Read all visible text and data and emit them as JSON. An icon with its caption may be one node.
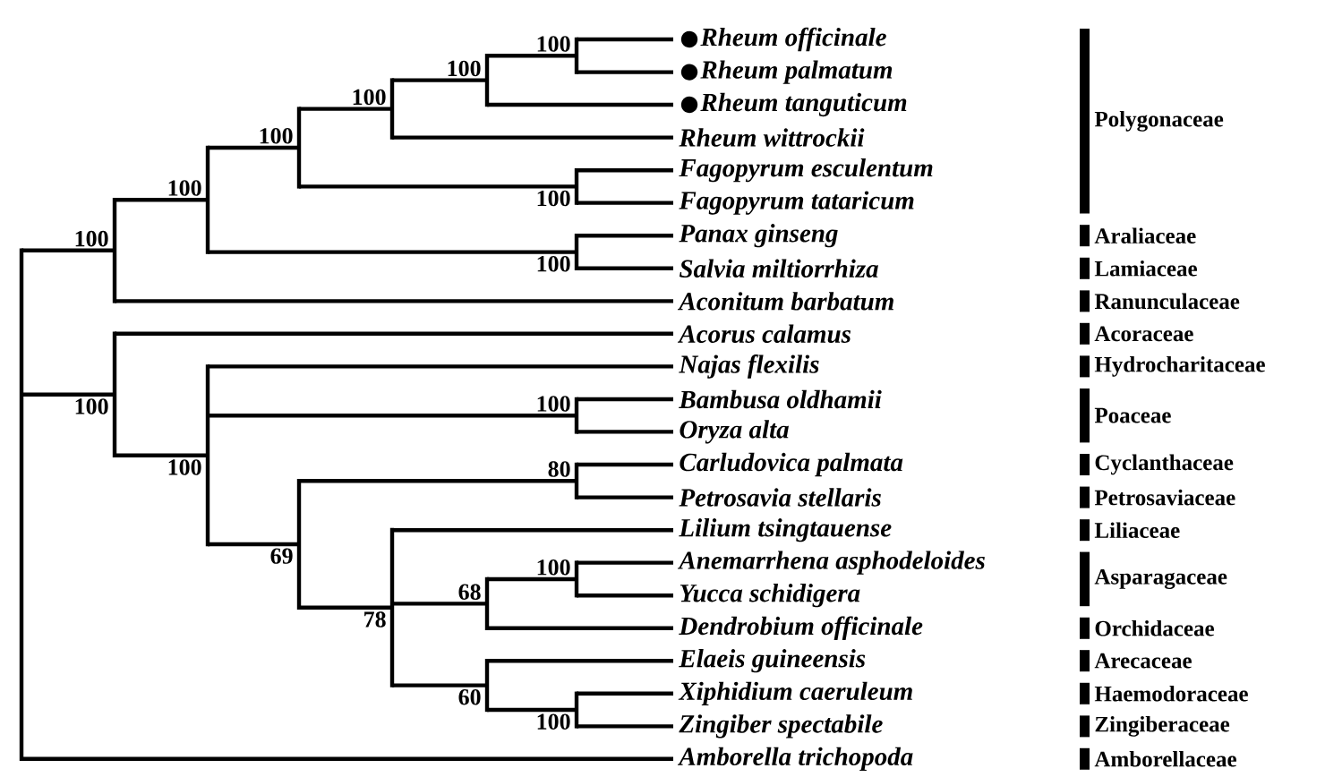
{
  "diagram": {
    "labels": [
      "Rheum officinale",
      "Rheum palmatum",
      "Rheum tanguticum",
      "Rheum wittrockii",
      "Fagopyrum esculentum",
      "Fagopyrum tataricum",
      "Panax ginseng",
      "Salvia miltiorrhiza",
      "Aconitum barbatum",
      "Acorus calamus",
      "Najas flexilis",
      "Bambusa oldhamii",
      "Oryza alta",
      "Carludovica palmata",
      "Petrosavia stellaris",
      "Lilium tsingtauense",
      "Anemarrhena asphodeloides",
      "Yucca schidigera",
      "Dendrobium officinale",
      "Elaeis guineensis",
      "Xiphidium caeruleum",
      "Zingiber spectabile",
      "Amborella trichopoda",
      "Polygonaceae",
      "Araliaceae",
      "Lamiaceae",
      "Ranunculaceae",
      "Acoraceae",
      "Hydrocharitaceae",
      "Poaceae",
      "Cyclanthaceae",
      "Petrosaviaceae",
      "Liliaceae",
      "Asparagaceae",
      "Orchidaceae",
      "Arecaceae",
      "Haemodoraceae",
      "Zingiberaceae",
      "Amborellaceae",
      "100",
      "100",
      "100",
      "100",
      "100",
      "100",
      "100",
      "100",
      "100",
      "100",
      "100",
      "80",
      "69",
      "78",
      "68",
      "100",
      "60",
      "100"
    ]
  }
}
